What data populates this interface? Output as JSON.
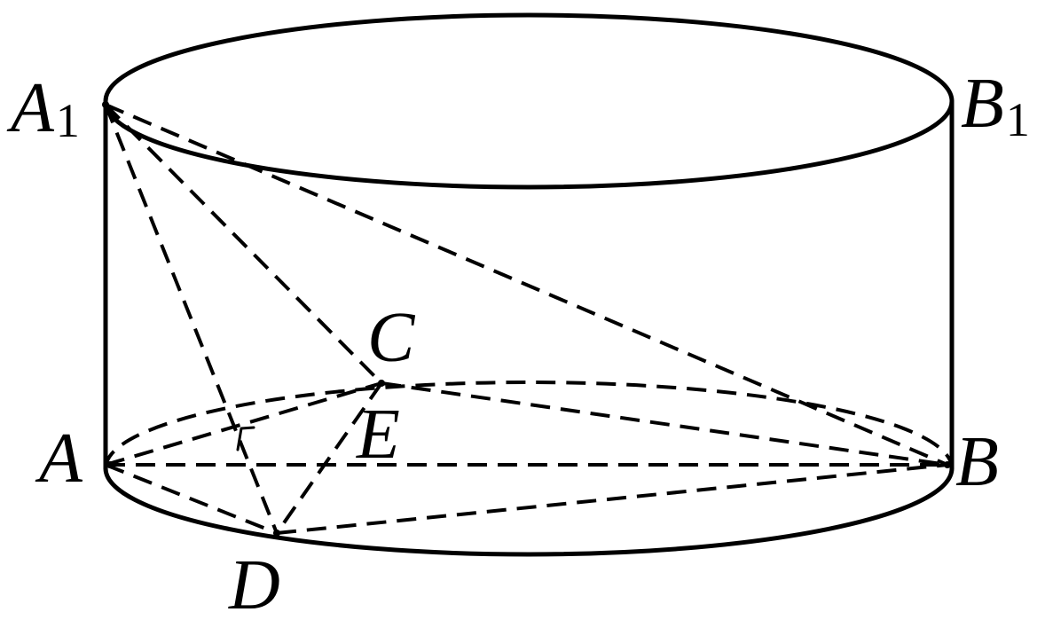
{
  "labels": {
    "A1": {
      "main": "A",
      "sub": "1"
    },
    "B1": {
      "main": "B",
      "sub": "1"
    },
    "A": "A",
    "B": "B",
    "C": "C",
    "D": "D",
    "E": "E"
  }
}
